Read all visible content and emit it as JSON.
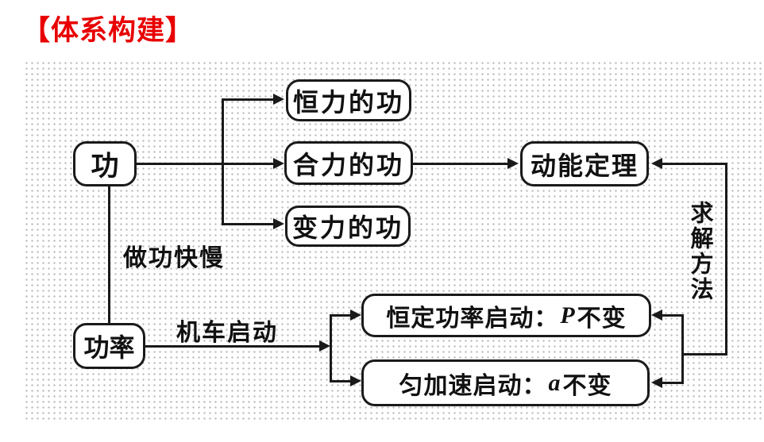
{
  "title": "【体系构建】",
  "colors": {
    "title_red": "#e80000",
    "stroke": "#1a1a1a",
    "node_fill": "#ffffff",
    "dot_gray": "#b9b9b9"
  },
  "diagram": {
    "nodes": {
      "work": {
        "label": "功"
      },
      "constant_force_work": {
        "label": "恒力的功"
      },
      "net_force_work": {
        "label": "合力的功"
      },
      "variable_force_work": {
        "label": "变力的功"
      },
      "kinetic_energy_theorem": {
        "label": "动能定理"
      },
      "power": {
        "label": "功率"
      },
      "constant_power_start": {
        "prefix": "恒定功率启动：",
        "variable": "P",
        "suffix": "不变"
      },
      "uniform_accel_start": {
        "prefix": "匀加速启动：",
        "variable": "a",
        "suffix": "不变"
      }
    },
    "edge_labels": {
      "work_rate": "做功快慢",
      "locomotive_start": "机车启动",
      "solving_method": "求解方法"
    }
  }
}
